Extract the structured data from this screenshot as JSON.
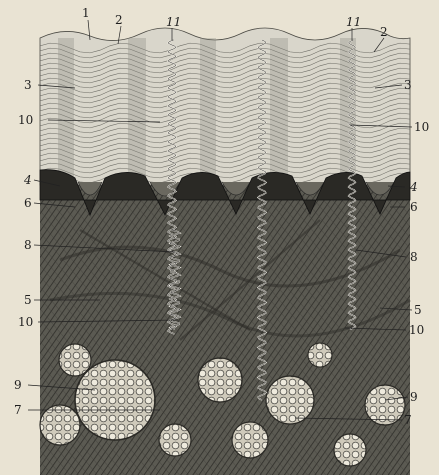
{
  "figure": {
    "background_color": "#e9e3d3",
    "ink_color": "#232323",
    "layers": [
      {
        "id": "stratum-corneum",
        "tone": "light wavy lines"
      },
      {
        "id": "malpighian-layer",
        "tone": "dark band"
      },
      {
        "id": "dermis",
        "tone": "dense dark tissue"
      },
      {
        "id": "fat-lobules",
        "tone": "rounded cell clusters"
      }
    ],
    "labels": {
      "n1": "1",
      "n2": "2",
      "n3": "3",
      "n4": "4",
      "n5": "5",
      "n6": "6",
      "n7": "7",
      "n8": "8",
      "n9": "9",
      "n10": "10",
      "n11": "11"
    }
  }
}
